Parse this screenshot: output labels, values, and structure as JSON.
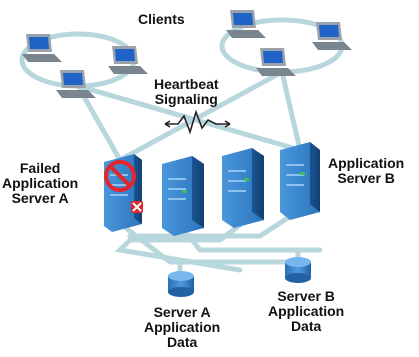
{
  "labels": {
    "clients": "Clients",
    "heartbeat": [
      "Heartbeat",
      "Signaling"
    ],
    "failed_server": [
      "Failed",
      "Application",
      "Server A"
    ],
    "server_b": [
      "Application",
      "Server B"
    ],
    "data_a": [
      "Server A",
      "Application",
      "Data"
    ],
    "data_b": [
      "Server B",
      "Application",
      "Data"
    ]
  },
  "icons": {
    "laptop": "laptop-icon",
    "server": "server-tower-icon",
    "database": "database-cylinder-icon",
    "failure": "no-entry-icon"
  },
  "colors": {
    "network_link": "#b7d7dd",
    "server_body": "#2f7ec7",
    "server_side": "#1c5a99",
    "screen": "#1f63c6",
    "failure": "#e2262b",
    "text": "#111111"
  }
}
